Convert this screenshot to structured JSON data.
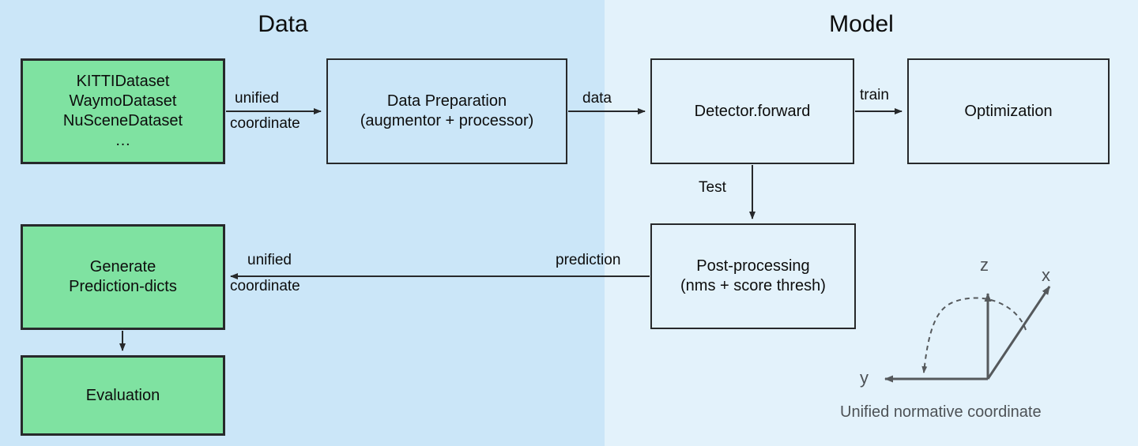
{
  "diagram": {
    "title_data": "Data",
    "title_model": "Model",
    "panels": {
      "data": {
        "label": "Data",
        "color": "#cbe6f8"
      },
      "model": {
        "label": "Model",
        "color": "#e3f2fb"
      }
    },
    "colors": {
      "green_node_fill": "#7fe2a1",
      "node_stroke": "#27292b",
      "text": "#0d0d0d",
      "caption_gray": "#4d5256",
      "panel_data_bg": "#cbe6f8",
      "panel_model_bg": "#e3f2fb"
    },
    "nodes": {
      "datasets": "KITTIDataset\nWaymoDataset\nNuSceneDataset\n…",
      "data_preparation": "Data Preparation\n(augmentor + processor)",
      "detector_forward": "Detector.forward",
      "optimization": "Optimization",
      "post_processing": "Post-processing\n(nms + score thresh)",
      "generate_prediction_dicts": "Generate\nPrediction-dicts",
      "evaluation": "Evaluation"
    },
    "edge_labels": {
      "unified_1": "unified",
      "coordinate_1": "coordinate",
      "data": "data",
      "train": "train",
      "test": "Test",
      "prediction": "prediction",
      "unified_2": "unified",
      "coordinate_2": "coordinate"
    },
    "coordinate_frame": {
      "axis_z": "z",
      "axis_x": "x",
      "axis_y": "y",
      "caption": "Unified normative coordinate"
    }
  }
}
